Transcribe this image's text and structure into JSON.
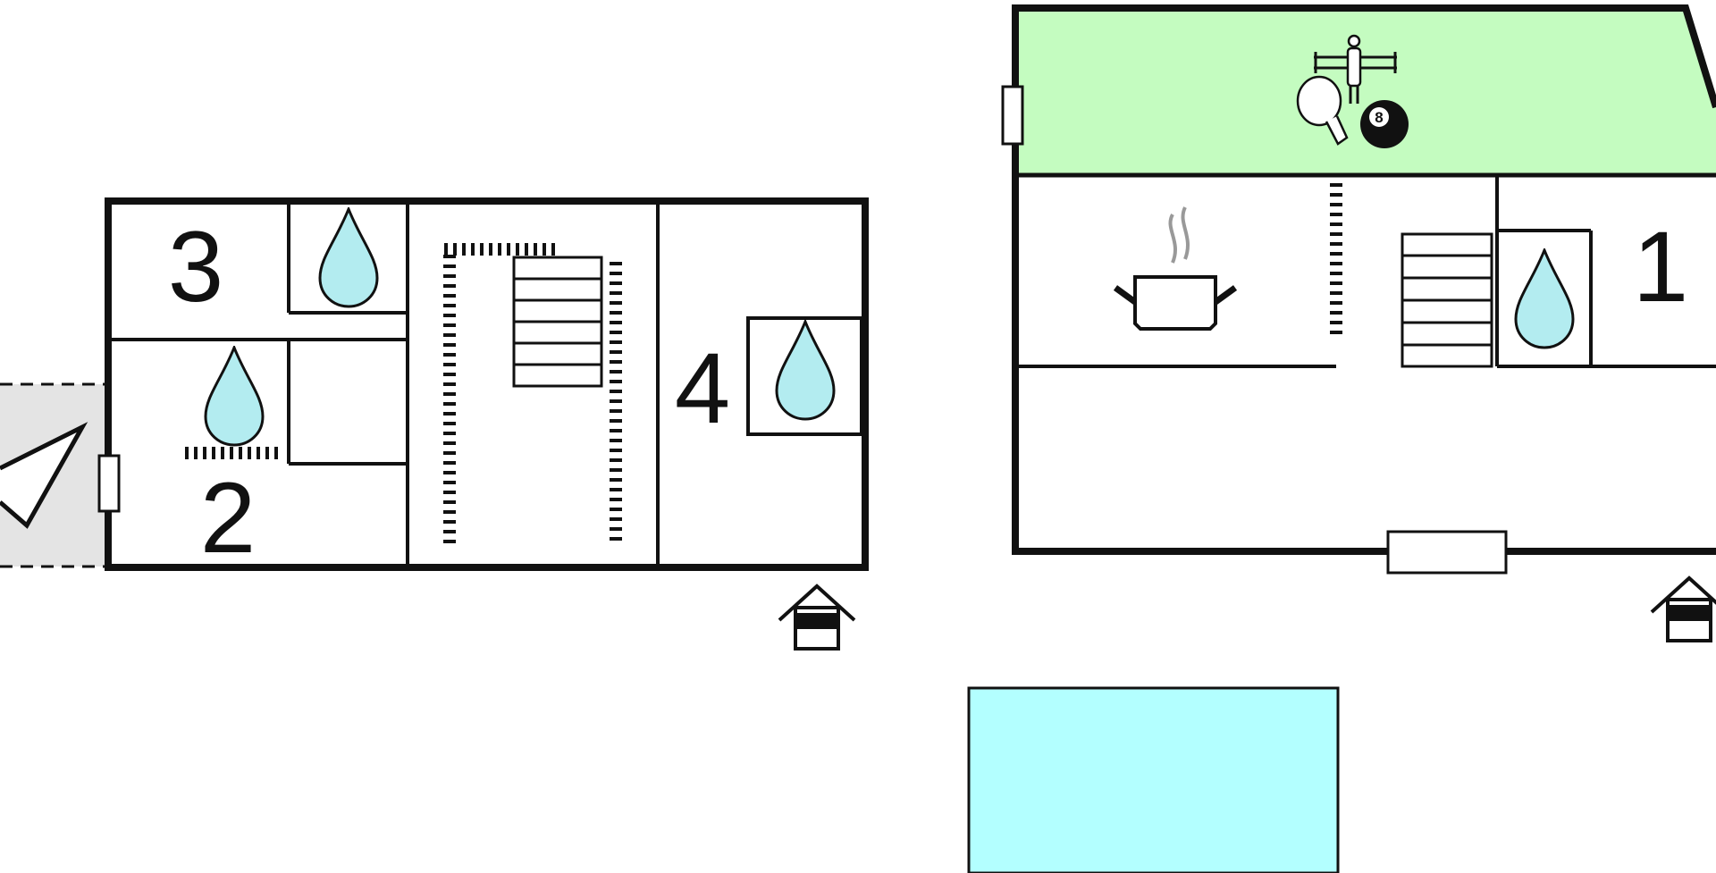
{
  "rooms": {
    "r1": "1",
    "r2": "2",
    "r3": "3",
    "r4": "4"
  },
  "billiard_ball": "8",
  "colors": {
    "water": "#b3ecf0",
    "games_room": "#c4fcc0",
    "pool": "#b3ffff",
    "terrace": "#e4e4e4",
    "wall": "#111111",
    "steam": "#999999"
  },
  "icons": {
    "bathroom": "water-drop-icon",
    "kitchen": "cooking-pot-icon",
    "games": [
      "table-football-icon",
      "table-tennis-icon",
      "billiard-ball-icon"
    ],
    "entrance": "entrance-house-icon",
    "terrace": "sun-lounger-icon",
    "stairs": "staircase-icon",
    "radiator": "radiator-icon"
  }
}
